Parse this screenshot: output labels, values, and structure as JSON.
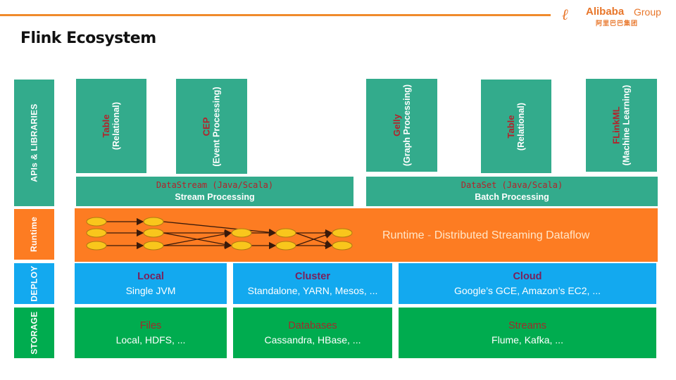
{
  "header": {
    "title": "Flink Ecosystem",
    "logo": {
      "glyph": "ℓ",
      "brand": "Alibaba",
      "group": "Group",
      "chinese": "阿里巴巴集团"
    }
  },
  "colors": {
    "apis": "#33ab8c",
    "runtime": "#fd7c22",
    "deploy": "#13a9ef",
    "storage": "#00ac4f",
    "accent_line": "#f08a2c",
    "label_red": "#b3222a"
  },
  "layers": {
    "apis_label": "APIs & LIBRARIES",
    "runtime_label": "Runtime",
    "deploy_label": "DEPLOY",
    "storage_label": "STORAGE"
  },
  "libraries": [
    {
      "name": "Table",
      "sub": "(Relational)"
    },
    {
      "name": "CEP",
      "sub": "(Event Processing)"
    },
    {
      "name": "Gelly",
      "sub": "(Graph Processing)"
    },
    {
      "name": "Table",
      "sub": "(Relational)"
    },
    {
      "name": "FLinkML",
      "sub": "(Machine Learning)"
    }
  ],
  "apis": [
    {
      "name": "DataStream (Java/Scala)",
      "sub": "Stream Processing"
    },
    {
      "name": "DataSet (Java/Scala)",
      "sub": "Batch Processing"
    }
  ],
  "runtime": {
    "title": "Runtime",
    "dash": " - ",
    "desc": "Distributed Streaming Dataflow",
    "nodes_per_column": [
      3,
      3,
      2,
      2,
      2
    ]
  },
  "deploy": [
    {
      "head": "Local",
      "body": "Single JVM"
    },
    {
      "head": "Cluster",
      "body": "Standalone, YARN, Mesos, ..."
    },
    {
      "head": "Cloud",
      "body": "Google’s GCE, Amazon’s EC2, ..."
    }
  ],
  "storage": [
    {
      "head": "Files",
      "body": "Local, HDFS, ..."
    },
    {
      "head": "Databases",
      "body": "Cassandra, HBase,  ..."
    },
    {
      "head": "Streams",
      "body": "Flume, Kafka, ..."
    }
  ]
}
